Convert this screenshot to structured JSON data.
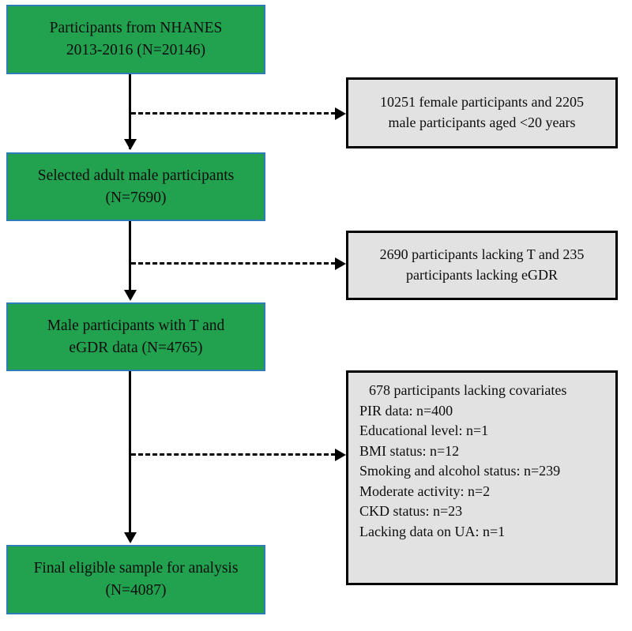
{
  "figure": {
    "type": "flowchart",
    "orientation": "top-to-bottom with right-side exclusion branches",
    "colors": {
      "node_fill": "#22a14f",
      "node_border": "#2f7cb6",
      "note_fill": "#e2e2e2",
      "note_border": "#000000",
      "connector": "#000000",
      "text": "#0d0d0d"
    }
  },
  "nodes": [
    {
      "id": "source",
      "line1": "Participants from NHANES",
      "line2": "2013-2016 (N=20146)",
      "n": 20146
    },
    {
      "id": "adult-male",
      "line1": "Selected adult male participants",
      "line2": "(N=7690)",
      "n": 7690
    },
    {
      "id": "t-egdr",
      "line1": "Male participants with T and",
      "line2": "eGDR data (N=4765)",
      "n": 4765
    },
    {
      "id": "final",
      "line1": "Final eligible sample for analysis",
      "line2": "(N=4087)",
      "n": 4087
    }
  ],
  "exclusions": [
    {
      "id": "excl-age-sex",
      "line1": "10251 female participants and 2205",
      "line2": "male participants aged <20 years"
    },
    {
      "id": "excl-t-egdr",
      "line1": "2690 participants lacking T and 235",
      "line2": "participants lacking eGDR"
    },
    {
      "id": "excl-covariates",
      "heading": "678 participants lacking covariates",
      "items": [
        "PIR data: n=400",
        "Educational level: n=1",
        "BMI status: n=12",
        "Smoking and alcohol status: n=239",
        "Moderate activity: n=2",
        "CKD status: n=23",
        "Lacking data on UA: n=1"
      ]
    }
  ]
}
